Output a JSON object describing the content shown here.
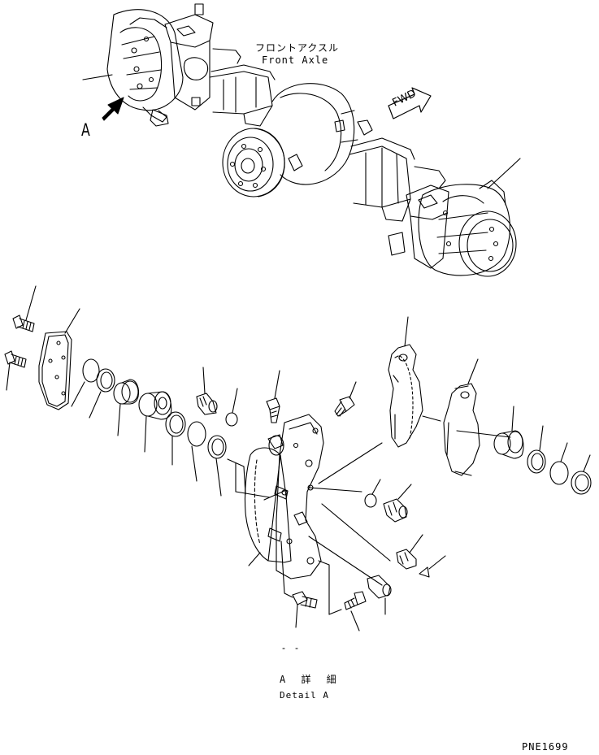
{
  "labels": {
    "axle_japanese": "フロントアクスル",
    "axle_english": "Front Axle",
    "view_letter": "A",
    "fwd": "FWD",
    "detail_japanese": "A 詳 細",
    "detail_english": "Detail A",
    "figure_code": "PNE1699"
  },
  "icons": {
    "view_arrow": "direction-arrow-icon",
    "forward_arrow": "forward-arrow-icon"
  },
  "colors": {
    "line": "#000000",
    "background": "#ffffff"
  }
}
